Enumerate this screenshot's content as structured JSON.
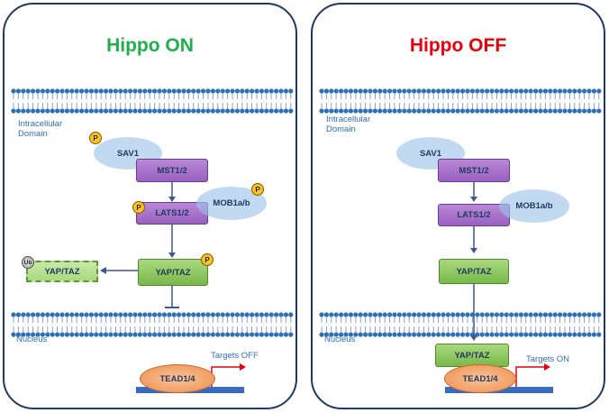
{
  "left": {
    "title": "Hippo ON",
    "membrane_label": "Intracellular Domain",
    "nucleus_label": "Nucleus",
    "sav1": "SAV1",
    "mst": "MST1/2",
    "mob": "MOB1a/b",
    "lats": "LATS1/2",
    "yap": "YAP/TAZ",
    "yap_degraded": "YAP/TAZ",
    "tead": "TEAD1/4",
    "targets": "Targets OFF",
    "phospho": "P",
    "ubiquitin": "Ub"
  },
  "right": {
    "title": "Hippo OFF",
    "membrane_label": "Intracellular Domain",
    "nucleus_label": "Nucleus",
    "sav1": "SAV1",
    "mst": "MST1/2",
    "mob": "MOB1a/b",
    "lats": "LATS1/2",
    "yap_cyto": "YAP/TAZ",
    "yap_nuclear": "YAP/TAZ",
    "tead": "TEAD1/4",
    "targets": "Targets ON"
  },
  "colors": {
    "hippo_on": "#1fae4b",
    "hippo_off": "#e8000b",
    "membrane": "#2e6fb6",
    "arrow": "#3b5a8a",
    "promoter_arrow": "#e8000b"
  }
}
